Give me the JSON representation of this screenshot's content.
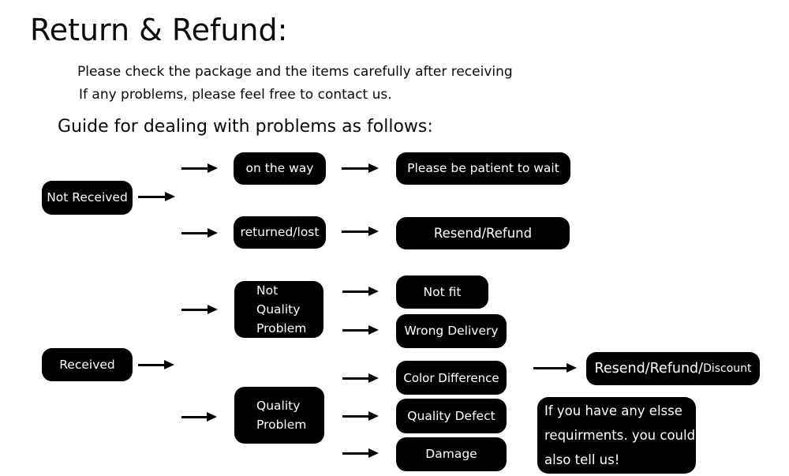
{
  "header": {
    "title": "Return & Refund:",
    "line1": "Please check the package and the items carefully after receiving",
    "line2": "If any problems, please feel free to contact us.",
    "guide": "Guide for dealing with problems as follows:"
  },
  "colors": {
    "page_bg": "#ffffff",
    "node_bg": "#000000",
    "node_text": "#ffffff",
    "arrow": "#000000",
    "heading_text": "#0a0a0a"
  },
  "nodes": {
    "not_received": {
      "label": "Not Received"
    },
    "received": {
      "label": "Received"
    },
    "on_the_way": {
      "label": "on the way"
    },
    "returned_lost": {
      "label": "returned/lost"
    },
    "please_wait": {
      "label": "Please be patient to wait"
    },
    "resend_refund": {
      "label": "Resend/Refund"
    },
    "not_quality_problem": {
      "lines": [
        "Not",
        "Quality",
        "Problem"
      ]
    },
    "quality_problem": {
      "lines": [
        "Quality",
        "Problem"
      ]
    },
    "not_fit": {
      "label": "Not fit"
    },
    "wrong_delivery": {
      "label": "Wrong Delivery"
    },
    "color_difference": {
      "label": "Color Difference"
    },
    "quality_defect": {
      "label": "Quality Defect"
    },
    "damage": {
      "label": "Damage"
    },
    "resend_refund_discount": {
      "label_main": "Resend/Refund/",
      "label_small": "Discount"
    },
    "note": {
      "lines": [
        "If you have any elsse",
        "requirments. you could",
        "also tell us!"
      ]
    }
  }
}
